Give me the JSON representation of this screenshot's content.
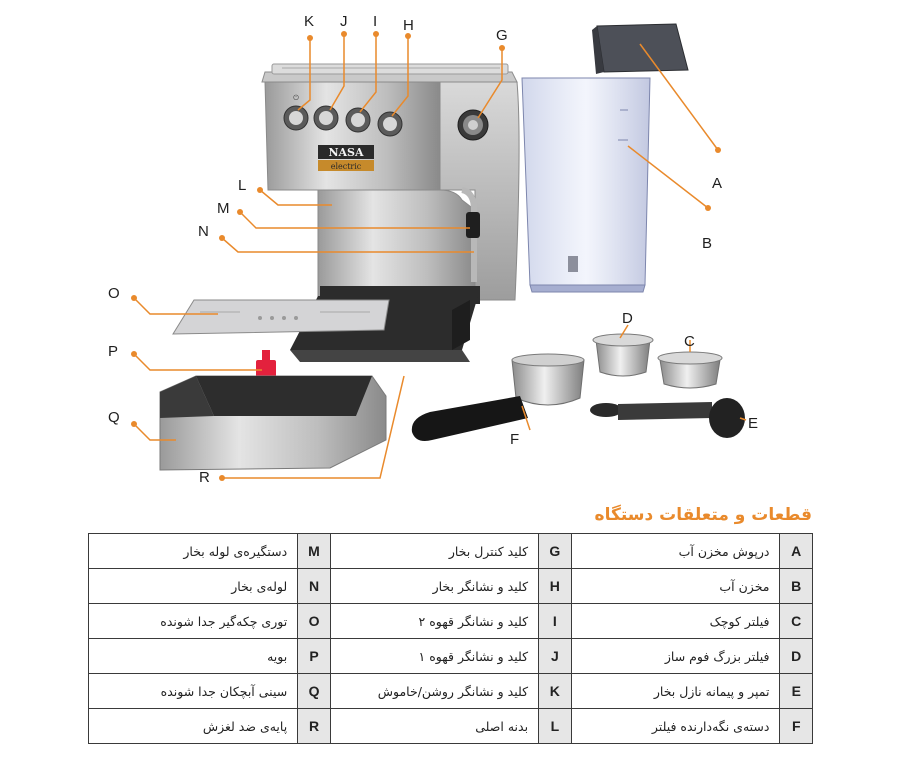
{
  "figure": {
    "brand_top": "NASA",
    "brand_bottom": "electric",
    "callouts": [
      "A",
      "B",
      "C",
      "D",
      "E",
      "F",
      "G",
      "H",
      "I",
      "J",
      "K",
      "L",
      "M",
      "N",
      "O",
      "P",
      "Q",
      "R"
    ]
  },
  "section_title": "قطعات و متعلقات دستگاه",
  "parts": [
    {
      "code": "A",
      "label": "درپوش مخزن آب"
    },
    {
      "code": "B",
      "label": "مخزن آب"
    },
    {
      "code": "C",
      "label": "فیلتر کوچک"
    },
    {
      "code": "D",
      "label": "فیلتر بزرگ  فوم ساز"
    },
    {
      "code": "E",
      "label": "تمپر و پیمانه نازل بخار"
    },
    {
      "code": "F",
      "label": "دسته‌ی نگه‌دارنده فیلتر"
    },
    {
      "code": "G",
      "label": "کلید کنترل بخار"
    },
    {
      "code": "H",
      "label": "کلید و نشانگر بخار"
    },
    {
      "code": "I",
      "label": "کلید و نشانگر قهوه ۲"
    },
    {
      "code": "J",
      "label": "کلید و نشانگر قهوه ۱"
    },
    {
      "code": "K",
      "label": "کلید و نشانگر روشن/خاموش"
    },
    {
      "code": "L",
      "label": "بدنه اصلی"
    },
    {
      "code": "M",
      "label": "دستگیره‌ی لوله بخار"
    },
    {
      "code": "N",
      "label": "لوله‌ی بخار"
    },
    {
      "code": "O",
      "label": "توری چکه‌گیر جدا شونده"
    },
    {
      "code": "P",
      "label": "بویه"
    },
    {
      "code": "Q",
      "label": "سینی آبچکان جدا شونده"
    },
    {
      "code": "R",
      "label": "پایه‌ی ضد لغزش"
    }
  ]
}
